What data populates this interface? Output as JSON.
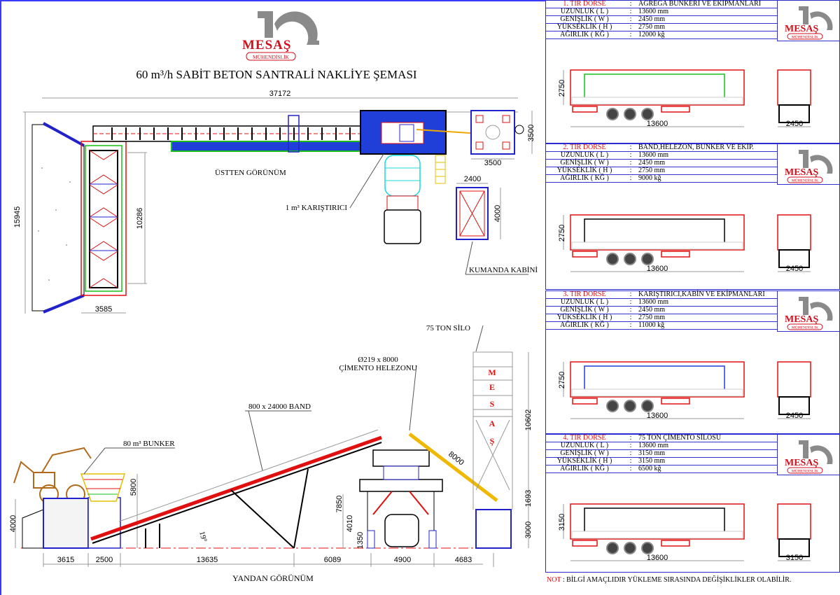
{
  "title": "60 m³/h SABİT BETON SANTRALİ NAKLİYE ŞEMASI",
  "brand": {
    "name": "MEſAŞ",
    "display": "MESAŞ",
    "subtitle": "MÜHENDİSLİK",
    "color": "#d0101c"
  },
  "top_view": {
    "label": "ÜSTTEN GÖRÜNÜM",
    "dims": {
      "overall_length": "37172",
      "overall_width": "15945",
      "bunker_length": "10286",
      "bunker_width": "3585",
      "silo_w": "3500",
      "silo_h": "3500",
      "cabin_w": "2400",
      "cabin_h": "4000"
    },
    "callouts": {
      "mixer": "1 m³ KARIŞTIRICI",
      "cabin": "KUMANDA KABİNİ"
    }
  },
  "side_view": {
    "label": "YANDAN GÖRÜNÜM",
    "callouts": {
      "bunker": "80 m³ BUNKER",
      "band": "800 x 24000 BAND",
      "screw_size": "Ø219 x 8000",
      "screw": "ÇİMENTO HELEZONU",
      "silo": "75 TON SİLO"
    },
    "silo_letters": [
      "M",
      "E",
      "S",
      "A",
      "Ş"
    ],
    "dims": {
      "ramp_h": "4000",
      "bunker_h": "5800",
      "angle": "19°",
      "plant_h": "7850",
      "discharge_h": "4010",
      "leg_h": "1350",
      "screw_len": "8000",
      "silo_h": "10602",
      "silo_leg": "1693",
      "silo_base": "3000",
      "bottom": [
        "3615",
        "2500",
        "13635",
        "6089",
        "4900",
        "4683"
      ]
    }
  },
  "trailers": [
    {
      "title": "1. TIR DORSE",
      "content": "AGREGA BUNKERİ VE EKİPMANLARI",
      "length": "13600 mm",
      "width": "2450 mm",
      "height": "2750 mm",
      "weight": "12000 kğ",
      "dim_h": "2750",
      "dim_l": "13600",
      "dim_w": "2450"
    },
    {
      "title": "2. TIR DORSE",
      "content": "BAND,HELEZON, BUNKER VE EKİP.",
      "length": "13600 mm",
      "width": "2450 mm",
      "height": "2750 mm",
      "weight": "9000 kğ",
      "dim_h": "2750",
      "dim_l": "13600",
      "dim_w": "2450"
    },
    {
      "title": "3. TIR DORSE",
      "content": "KARIŞTIRICI,KABİN VE EKİPMANLARI",
      "length": "13600 mm",
      "width": "2450 mm",
      "height": "2750 mm",
      "weight": "11000 kğ",
      "dim_h": "2750",
      "dim_l": "13600",
      "dim_w": "2450"
    },
    {
      "title": "4. TIR DORSE",
      "content": "75 TON ÇİMENTO SİLOSU",
      "length": "13600 mm",
      "width": "3150 mm",
      "height": "3150 mm",
      "weight": "6500 kğ",
      "dim_h": "3150",
      "dim_l": "13600",
      "dim_w": "3150"
    }
  ],
  "spec_labels": {
    "length": "UZUNLUK ( L )",
    "width": "GENİŞLİK ( W )",
    "height": "YÜKSEKLİK ( H )",
    "weight": "AĞIRLIK ( KĞ )",
    "sep": ":"
  },
  "note": {
    "prefix": "NOT",
    "text": " : BİLGİ AMAÇLIDIR YÜKLEME SIRASINDA DEĞİŞİKLİKLER OLABİLİR."
  }
}
